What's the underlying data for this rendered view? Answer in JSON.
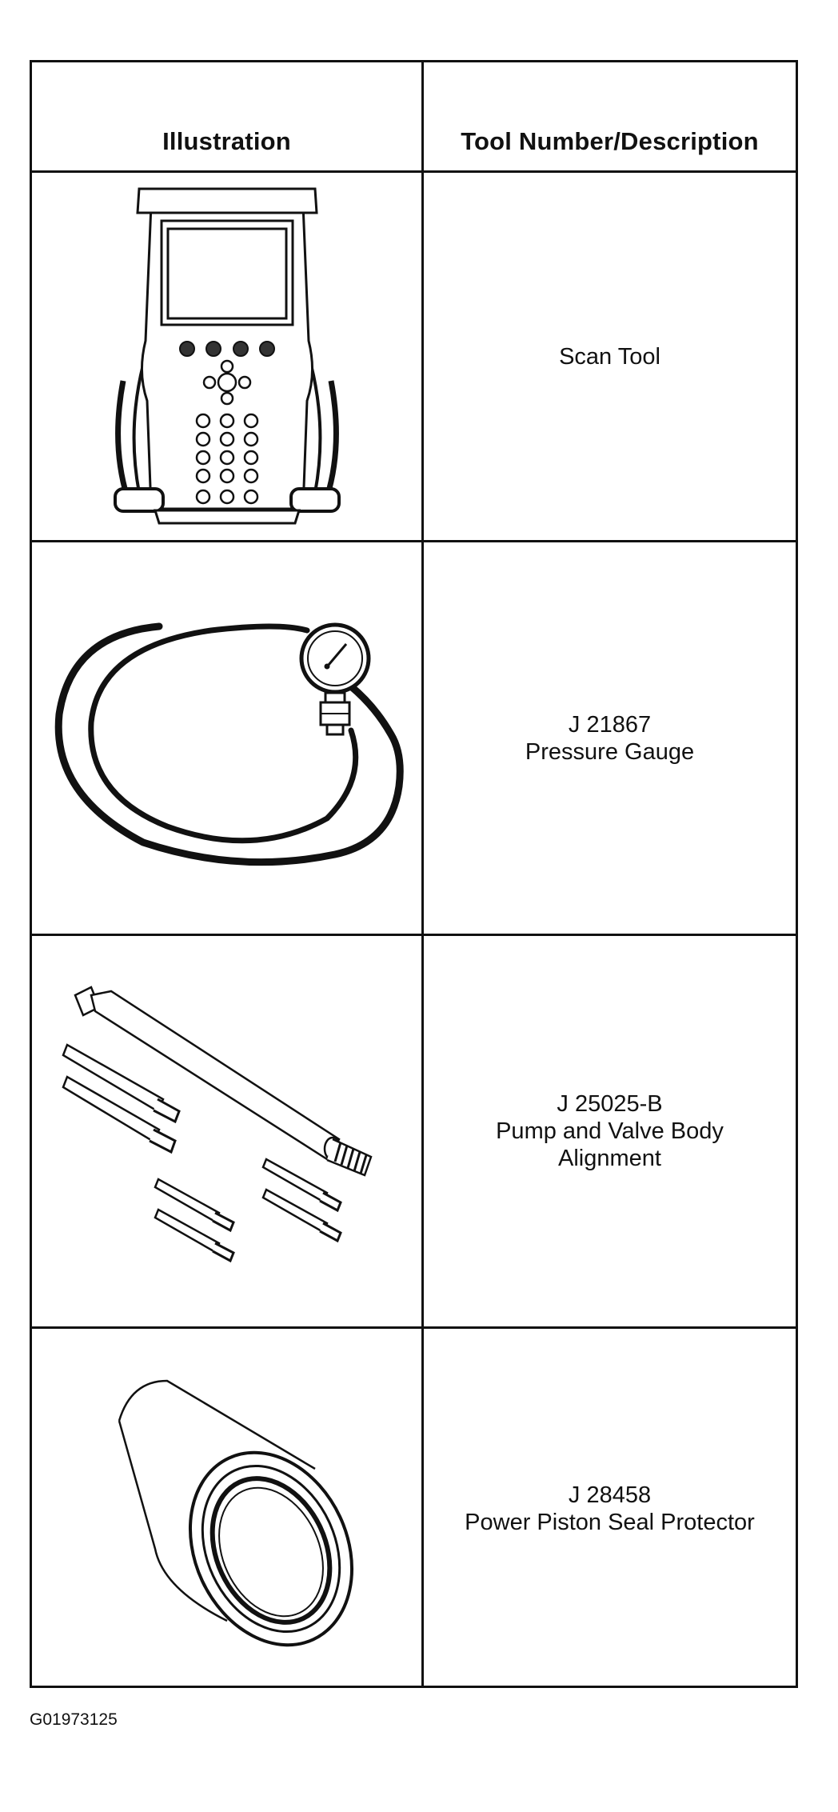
{
  "table": {
    "headers": {
      "illustration": "Illustration",
      "description": "Tool Number/Description"
    },
    "rows": [
      {
        "illustration_icon": "scan-tool-icon",
        "tool_number": "",
        "description": "Scan Tool"
      },
      {
        "illustration_icon": "pressure-gauge-icon",
        "tool_number": "J 21867",
        "description": "Pressure Gauge"
      },
      {
        "illustration_icon": "alignment-pins-icon",
        "tool_number": "J 25025-B",
        "description": "Pump and Valve Body Alignment"
      },
      {
        "illustration_icon": "seal-protector-icon",
        "tool_number": "J 28458",
        "description": "Power Piston Seal Protector"
      }
    ]
  },
  "figure_id": "G01973125"
}
